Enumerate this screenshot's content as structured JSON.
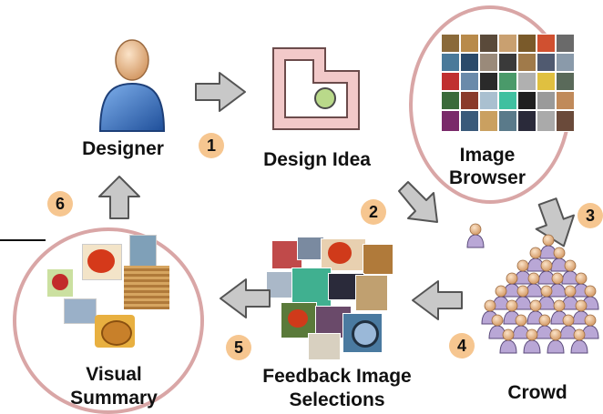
{
  "nodes": {
    "designer": "Designer",
    "design_idea": "Design Idea",
    "image_browser_line1": "Image",
    "image_browser_line2": "Browser",
    "crowd": "Crowd",
    "feedback_line1": "Feedback Image",
    "feedback_line2": "Selections",
    "visual_summary_line1": "Visual",
    "visual_summary_line2": "Summary"
  },
  "steps": [
    "1",
    "2",
    "3",
    "4",
    "5",
    "6"
  ],
  "colors": {
    "badge": "#f6c690",
    "ring": "#d9a6a6",
    "arrow_fill": "#c8c8c8",
    "arrow_stroke": "#555555",
    "person_body": "#3a73c0",
    "person_head": "#e9b88a",
    "crowd_body": "#b9a7d6",
    "design_idea_fill": "#f2c9c9",
    "design_idea_dot": "#b9d98a"
  },
  "icons": [
    "person-icon",
    "floor-plan-icon",
    "crowd-icon",
    "arrow-icon"
  ]
}
